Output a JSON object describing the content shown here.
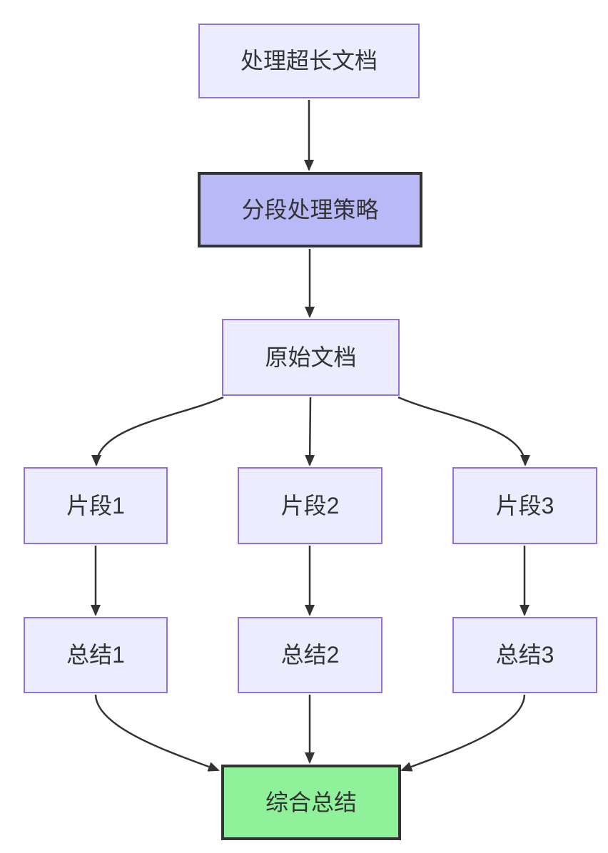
{
  "diagram": {
    "type": "flowchart-top-down",
    "background": "#ffffff",
    "colors": {
      "node_fill": "#ececff",
      "node_border": "#9370db",
      "emphasis_fill": "#b8b9f6",
      "emphasis_border": "#333333",
      "success_fill": "#90f19b",
      "success_border": "#333333",
      "edge": "#333333",
      "text": "#333333"
    },
    "nodes": [
      {
        "id": "process-long-doc",
        "label": "处理超长文档",
        "style": "default"
      },
      {
        "id": "segment-strategy",
        "label": "分段处理策略",
        "style": "emphasis"
      },
      {
        "id": "original-doc",
        "label": "原始文档",
        "style": "default"
      },
      {
        "id": "fragment-1",
        "label": "片段1",
        "style": "default"
      },
      {
        "id": "fragment-2",
        "label": "片段2",
        "style": "default"
      },
      {
        "id": "fragment-3",
        "label": "片段3",
        "style": "default"
      },
      {
        "id": "summary-1",
        "label": "总结1",
        "style": "default"
      },
      {
        "id": "summary-2",
        "label": "总结2",
        "style": "default"
      },
      {
        "id": "summary-3",
        "label": "总结3",
        "style": "default"
      },
      {
        "id": "final-summary",
        "label": "综合总结",
        "style": "success"
      }
    ],
    "edges": [
      {
        "from": "process-long-doc",
        "to": "segment-strategy"
      },
      {
        "from": "segment-strategy",
        "to": "original-doc"
      },
      {
        "from": "original-doc",
        "to": "fragment-1"
      },
      {
        "from": "original-doc",
        "to": "fragment-2"
      },
      {
        "from": "original-doc",
        "to": "fragment-3"
      },
      {
        "from": "fragment-1",
        "to": "summary-1"
      },
      {
        "from": "fragment-2",
        "to": "summary-2"
      },
      {
        "from": "fragment-3",
        "to": "summary-3"
      },
      {
        "from": "summary-1",
        "to": "final-summary"
      },
      {
        "from": "summary-2",
        "to": "final-summary"
      },
      {
        "from": "summary-3",
        "to": "final-summary"
      }
    ]
  }
}
